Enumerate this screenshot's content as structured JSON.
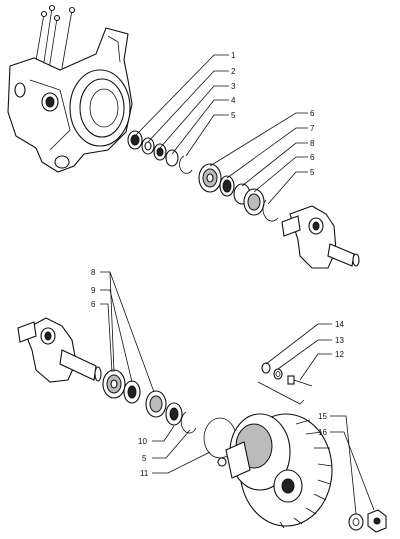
{
  "callouts_top": [
    "1",
    "2",
    "3",
    "4",
    "5",
    "6",
    "7",
    "8",
    "6",
    "5"
  ],
  "callouts_bottom_left": [
    "8",
    "9",
    "6",
    "10",
    "5",
    "11"
  ],
  "callouts_bottom_right": [
    "14",
    "13",
    "12",
    "15",
    "16"
  ]
}
